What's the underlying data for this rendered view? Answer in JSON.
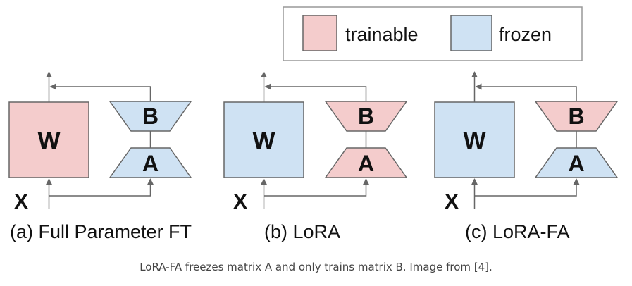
{
  "legend": {
    "items": [
      {
        "label": "trainable",
        "color": "#f4cccc"
      },
      {
        "label": "frozen",
        "color": "#cfe2f3"
      }
    ]
  },
  "colors": {
    "trainable": "#f4cccc",
    "frozen": "#cfe2f3",
    "stroke": "#666666",
    "text": "#111111"
  },
  "panels": [
    {
      "caption": "(a) Full Parameter FT",
      "input_label": "X",
      "W": {
        "label": "W",
        "state": "trainable"
      },
      "B": {
        "label": "B",
        "state": "frozen"
      },
      "A": {
        "label": "A",
        "state": "frozen"
      }
    },
    {
      "caption": "(b) LoRA",
      "input_label": "X",
      "W": {
        "label": "W",
        "state": "frozen"
      },
      "B": {
        "label": "B",
        "state": "trainable"
      },
      "A": {
        "label": "A",
        "state": "trainable"
      }
    },
    {
      "caption": "(c) LoRA-FA",
      "input_label": "X",
      "W": {
        "label": "W",
        "state": "frozen"
      },
      "B": {
        "label": "B",
        "state": "trainable"
      },
      "A": {
        "label": "A",
        "state": "frozen"
      }
    }
  ],
  "figure_caption": "LoRA-FA freezes matrix A and only trains matrix B. Image from [4]."
}
